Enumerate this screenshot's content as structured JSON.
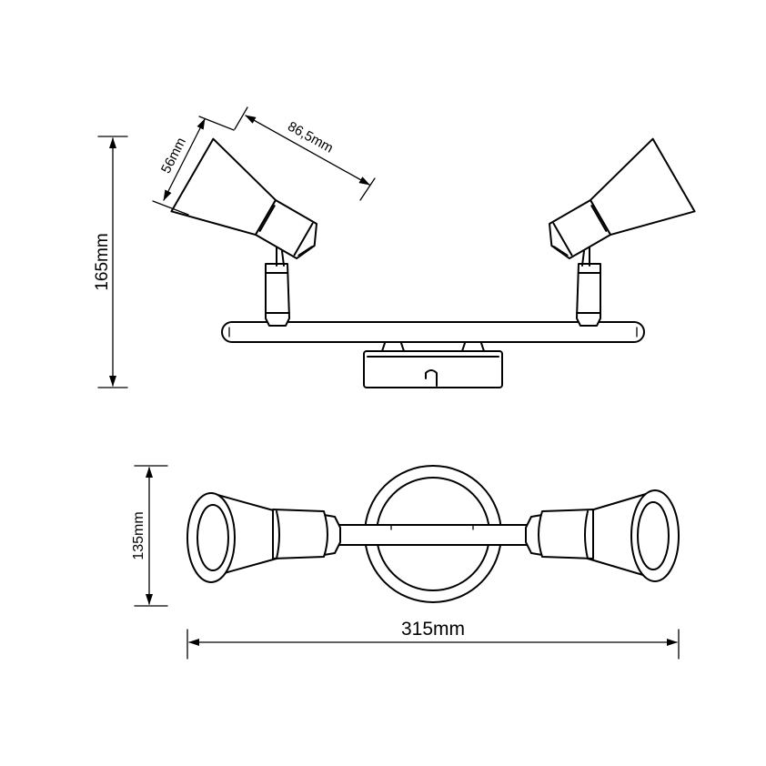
{
  "dimensions": {
    "height": "165mm",
    "shade_diameter": "56mm",
    "head_length": "86,5mm",
    "depth": "135mm",
    "width": "315mm"
  }
}
